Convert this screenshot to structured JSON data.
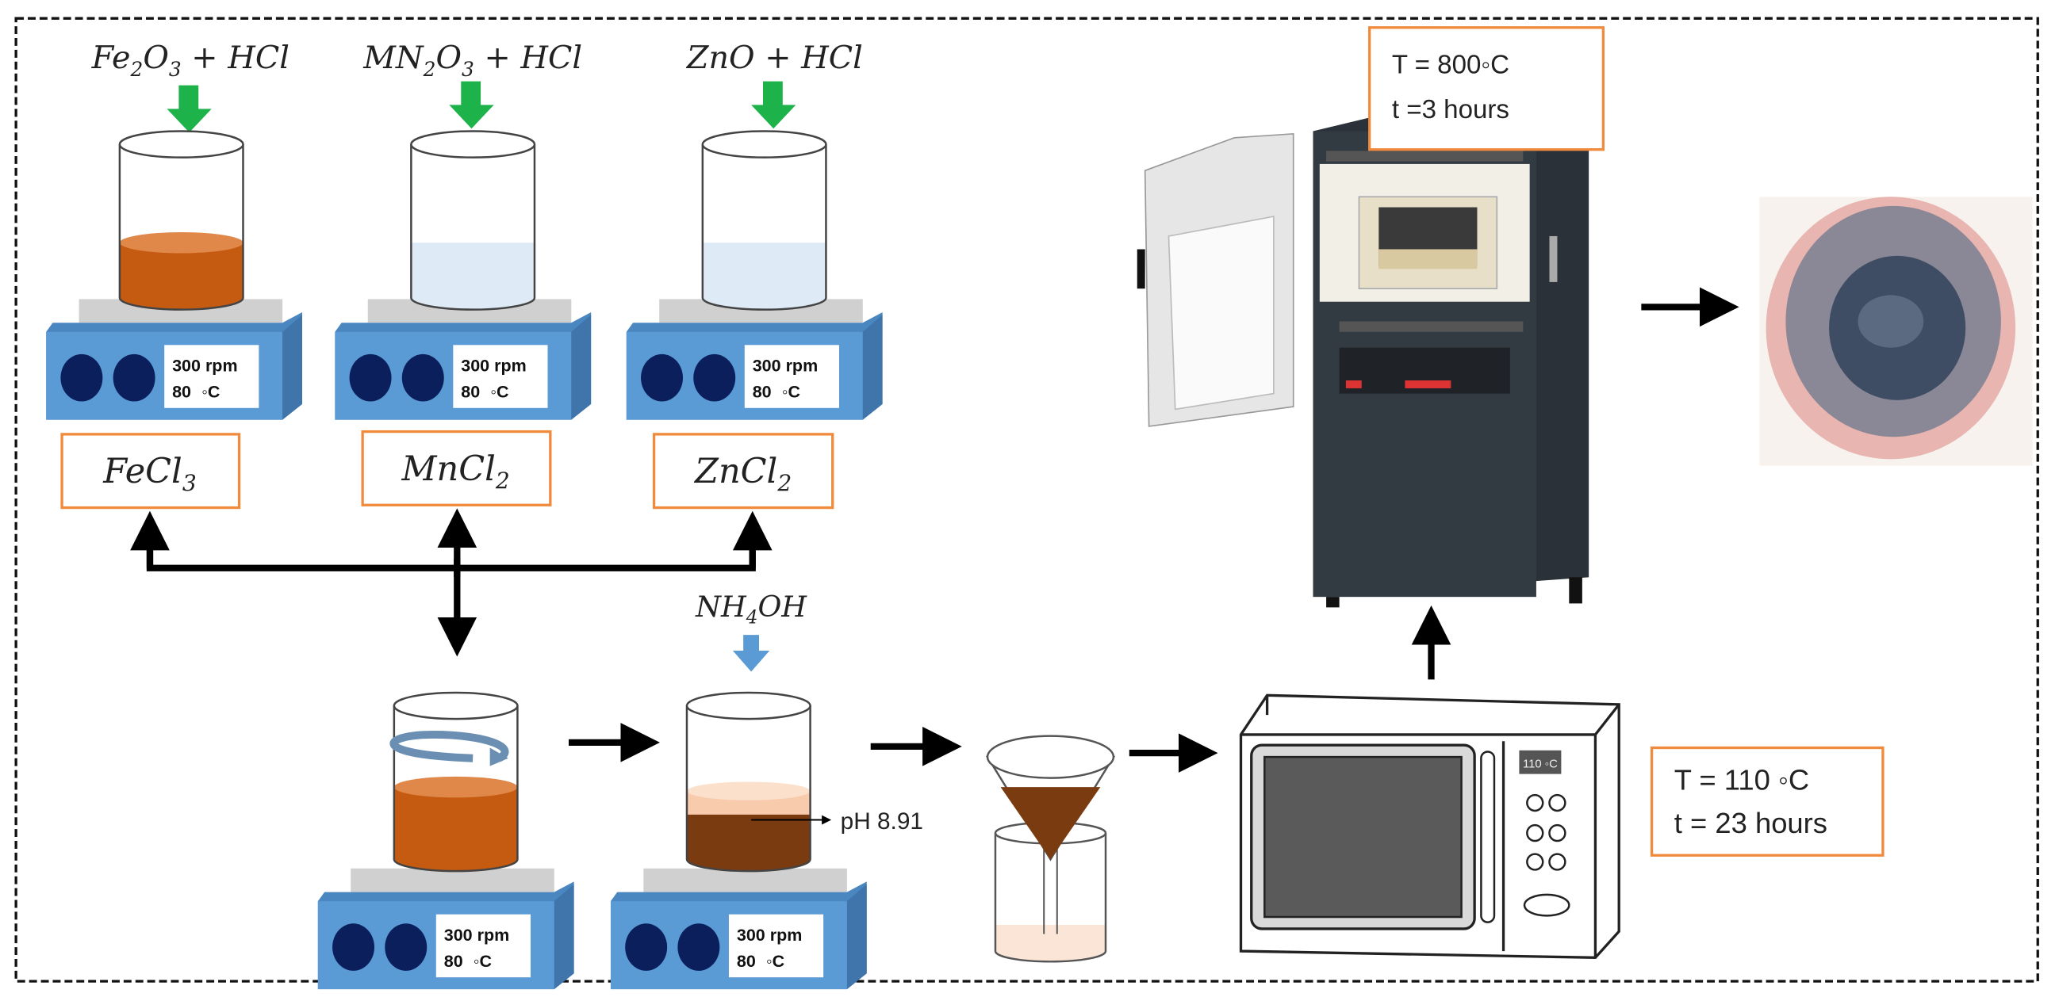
{
  "reagents": [
    {
      "main": "Fe",
      "sub1": "2",
      "mid": "O",
      "sub2": "3",
      "tail": " + HCl"
    },
    {
      "main": "MN",
      "sub1": "2",
      "mid": "O",
      "sub2": "3",
      "tail": " + HCl"
    },
    {
      "main": "ZnO + HCl"
    }
  ],
  "products": [
    {
      "main": "FeCl",
      "sub": "3"
    },
    {
      "main": "MnCl",
      "sub": "2"
    },
    {
      "main": "ZnCl",
      "sub": "2"
    }
  ],
  "stirrer": {
    "speed": "300 rpm",
    "temp_value": "80",
    "temp_unit": "◦C"
  },
  "base": {
    "main": "NH",
    "sub": "4",
    "tail": "OH"
  },
  "ph_label": "pH 8.91",
  "oven_conditions": {
    "temp": "T = 110 ◦C",
    "time": "t  = 23 hours",
    "display": "110 ◦C"
  },
  "furnace_conditions": {
    "temp": "T = 800◦C",
    "time": "t  =3 hours"
  },
  "colors": {
    "label_border": "#f08a3c",
    "green_arrow": "#1db34a",
    "blue_arrow": "#5b9bd5",
    "fecl3_liquid": "#c55a11",
    "clear_liquid": "#deebf7",
    "precipitate": "#7b3b10",
    "stirrer_blue": "#5b9bd5",
    "knob_navy": "#0b1f5c",
    "furnace_body": "#2b3138"
  }
}
